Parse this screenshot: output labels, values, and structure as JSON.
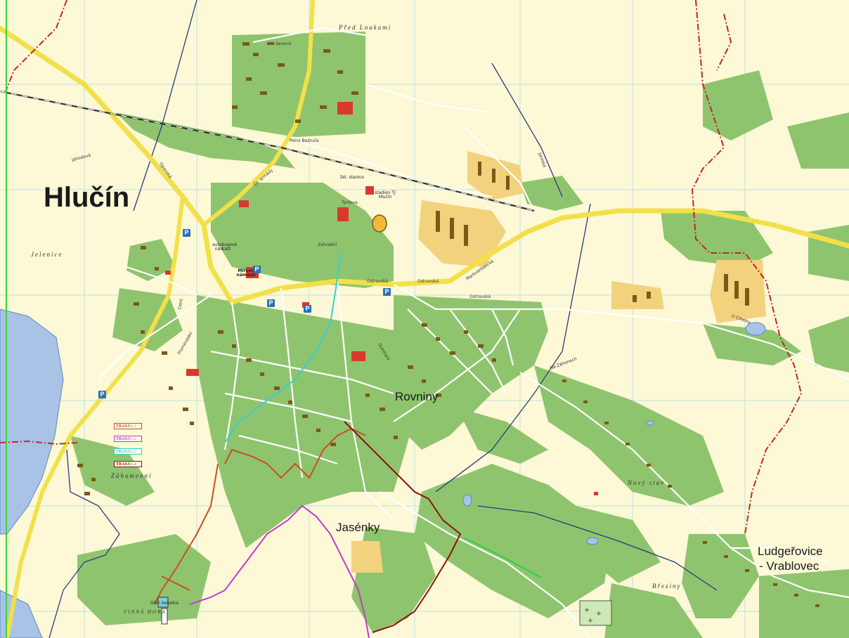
{
  "map": {
    "colors": {
      "background": "#fdf8d6",
      "green_area": "#8fc46e",
      "water": "#a9c3e6",
      "building": "#7a5a18",
      "public_building": "#d9382e",
      "industrial": "#f3d27e",
      "main_road": "#f2e04a",
      "railway": "#333333",
      "border": "#c0272d",
      "grid": "#bfe0e2",
      "route_c1": "#c8501e",
      "route_c2": "#c23ccf",
      "route_c3": "#33d0d6",
      "route_c4": "#8b1212"
    },
    "towns": {
      "hlucin": "Hlučín",
      "rovniny": "Rovniny",
      "jasenky": "Jasénky",
      "ludgerovice_1": "Ludgeřovice",
      "ludgerovice_2": "- Vrablovec"
    },
    "localities": [
      {
        "id": "pred-loukami",
        "label": "Před Loukami"
      },
      {
        "id": "jelenice",
        "label": "Jelenice"
      },
      {
        "id": "zahumenni",
        "label": "Záhumenní"
      },
      {
        "id": "novy-stav",
        "label": "Nový stav"
      },
      {
        "id": "breziny",
        "label": "Březiny"
      },
      {
        "id": "vinna-hora",
        "label": "VINNÁ HORA"
      }
    ],
    "streets": {
      "ostravska_1": "Ostravská",
      "ostravska_2": "Ostravská",
      "ostravska_3": "Ostravská",
      "markvartovicka": "Markvartovická",
      "jaroska": "Jaroska",
      "cs_armady": "Čs. armády",
      "petra_bezruce": "Petra Bezruče",
      "jahodova": "Jahodová",
      "opavska": "Opavská",
      "celni": "Celní",
      "promenadni": "Promenádní",
      "dukelska": "Dukelská",
      "u_cihelny": "U Cihelny",
      "na_zahonech": "Na Záhonech",
      "severni": "Severní",
      "tyrsova": "Tyršova",
      "zahradni": "Zahradní"
    },
    "pois": {
      "stadion": "stadion TJ Hlučín",
      "mirove_namesti": "Mírové náměstí",
      "autobusove_nadrazi": "autobusové nádraží",
      "zel_stanice": "žel. stanice",
      "dum_bebelka": "Dům bebelka",
      "parking": "P"
    },
    "legend": [
      {
        "label": "TRASA",
        "code": "C.1",
        "color": "#c8501e"
      },
      {
        "label": "TRASA",
        "code": "C.2",
        "color": "#c23ccf"
      },
      {
        "label": "TRASA",
        "code": "C.3",
        "color": "#33d0d6"
      },
      {
        "label": "TRASA",
        "code": "C.4",
        "color": "#8b1212"
      }
    ]
  }
}
